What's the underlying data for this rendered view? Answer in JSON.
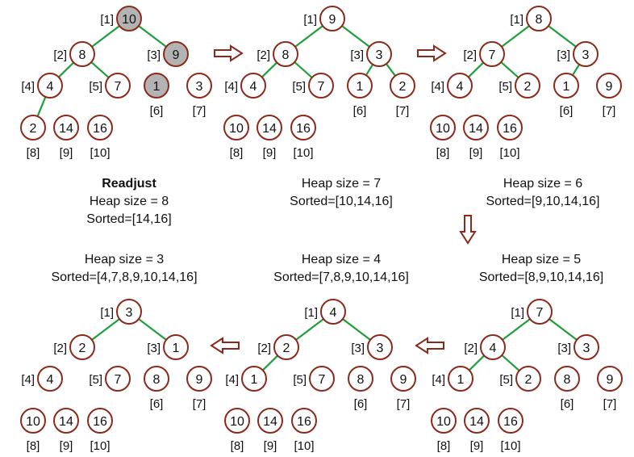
{
  "colors": {
    "node_stroke": "#8B2A1A",
    "edge": "#1F9E3C",
    "highlight_fill": "#B3B3B3",
    "arrow_stroke": "#8B2A1A",
    "text": "#111111"
  },
  "panels": [
    {
      "nodes": [
        {
          "index": "[1]",
          "value": "10",
          "highlight": true
        },
        {
          "index": "[2]",
          "value": "8",
          "highlight": false
        },
        {
          "index": "[3]",
          "value": "9",
          "highlight": true
        },
        {
          "index": "[4]",
          "value": "4",
          "highlight": false
        },
        {
          "index": "[5]",
          "value": "7",
          "highlight": false
        },
        {
          "index": "[6]",
          "value": "1",
          "highlight": true
        },
        {
          "index": "[7]",
          "value": "3",
          "highlight": false
        },
        {
          "index": "[8]",
          "value": "2",
          "highlight": false
        },
        {
          "index": "[9]",
          "value": "14",
          "highlight": false
        },
        {
          "index": "[10]",
          "value": "16",
          "highlight": false
        }
      ],
      "edges": [
        [
          1,
          2
        ],
        [
          1,
          3
        ],
        [
          2,
          4
        ],
        [
          2,
          5
        ],
        [
          4,
          8
        ]
      ],
      "captions": [
        "Readjust",
        "Heap size = 8",
        "Sorted=[14,16]"
      ]
    },
    {
      "nodes": [
        {
          "index": "[1]",
          "value": "9",
          "highlight": false
        },
        {
          "index": "[2]",
          "value": "8",
          "highlight": false
        },
        {
          "index": "[3]",
          "value": "3",
          "highlight": false
        },
        {
          "index": "[4]",
          "value": "4",
          "highlight": false
        },
        {
          "index": "[5]",
          "value": "7",
          "highlight": false
        },
        {
          "index": "[6]",
          "value": "1",
          "highlight": false
        },
        {
          "index": "[7]",
          "value": "2",
          "highlight": false
        },
        {
          "index": "[8]",
          "value": "10",
          "highlight": false
        },
        {
          "index": "[9]",
          "value": "14",
          "highlight": false
        },
        {
          "index": "[10]",
          "value": "16",
          "highlight": false
        }
      ],
      "edges": [
        [
          1,
          2
        ],
        [
          1,
          3
        ],
        [
          2,
          4
        ],
        [
          2,
          5
        ],
        [
          3,
          6
        ],
        [
          3,
          7
        ]
      ],
      "captions": [
        "Heap size = 7",
        "Sorted=[10,14,16]"
      ]
    },
    {
      "nodes": [
        {
          "index": "[1]",
          "value": "8",
          "highlight": false
        },
        {
          "index": "[2]",
          "value": "7",
          "highlight": false
        },
        {
          "index": "[3]",
          "value": "3",
          "highlight": false
        },
        {
          "index": "[4]",
          "value": "4",
          "highlight": false
        },
        {
          "index": "[5]",
          "value": "2",
          "highlight": false
        },
        {
          "index": "[6]",
          "value": "1",
          "highlight": false
        },
        {
          "index": "[7]",
          "value": "9",
          "highlight": false
        },
        {
          "index": "[8]",
          "value": "10",
          "highlight": false
        },
        {
          "index": "[9]",
          "value": "14",
          "highlight": false
        },
        {
          "index": "[10]",
          "value": "16",
          "highlight": false
        }
      ],
      "edges": [
        [
          1,
          2
        ],
        [
          1,
          3
        ],
        [
          2,
          4
        ],
        [
          2,
          5
        ],
        [
          3,
          6
        ]
      ],
      "captions": [
        "Heap size = 6",
        "Sorted=[9,10,14,16]"
      ]
    },
    {
      "nodes": [
        {
          "index": "[1]",
          "value": "7",
          "highlight": false
        },
        {
          "index": "[2]",
          "value": "4",
          "highlight": false
        },
        {
          "index": "[3]",
          "value": "3",
          "highlight": false
        },
        {
          "index": "[4]",
          "value": "1",
          "highlight": false
        },
        {
          "index": "[5]",
          "value": "2",
          "highlight": false
        },
        {
          "index": "[6]",
          "value": "8",
          "highlight": false
        },
        {
          "index": "[7]",
          "value": "9",
          "highlight": false
        },
        {
          "index": "[8]",
          "value": "10",
          "highlight": false
        },
        {
          "index": "[9]",
          "value": "14",
          "highlight": false
        },
        {
          "index": "[10]",
          "value": "16",
          "highlight": false
        }
      ],
      "edges": [
        [
          1,
          2
        ],
        [
          1,
          3
        ],
        [
          2,
          4
        ],
        [
          2,
          5
        ]
      ],
      "captions": [
        "Heap size = 5",
        "Sorted=[8,9,10,14,16]"
      ]
    },
    {
      "nodes": [
        {
          "index": "[1]",
          "value": "4",
          "highlight": false
        },
        {
          "index": "[2]",
          "value": "2",
          "highlight": false
        },
        {
          "index": "[3]",
          "value": "3",
          "highlight": false
        },
        {
          "index": "[4]",
          "value": "1",
          "highlight": false
        },
        {
          "index": "[5]",
          "value": "7",
          "highlight": false
        },
        {
          "index": "[6]",
          "value": "8",
          "highlight": false
        },
        {
          "index": "[7]",
          "value": "9",
          "highlight": false
        },
        {
          "index": "[8]",
          "value": "10",
          "highlight": false
        },
        {
          "index": "[9]",
          "value": "14",
          "highlight": false
        },
        {
          "index": "[10]",
          "value": "16",
          "highlight": false
        }
      ],
      "edges": [
        [
          1,
          2
        ],
        [
          1,
          3
        ],
        [
          2,
          4
        ]
      ],
      "captions": [
        "Heap size = 4",
        "Sorted=[7,8,9,10,14,16]"
      ]
    },
    {
      "nodes": [
        {
          "index": "[1]",
          "value": "3",
          "highlight": false
        },
        {
          "index": "[2]",
          "value": "2",
          "highlight": false
        },
        {
          "index": "[3]",
          "value": "1",
          "highlight": false
        },
        {
          "index": "[4]",
          "value": "4",
          "highlight": false
        },
        {
          "index": "[5]",
          "value": "7",
          "highlight": false
        },
        {
          "index": "[6]",
          "value": "8",
          "highlight": false
        },
        {
          "index": "[7]",
          "value": "9",
          "highlight": false
        },
        {
          "index": "[8]",
          "value": "10",
          "highlight": false
        },
        {
          "index": "[9]",
          "value": "14",
          "highlight": false
        },
        {
          "index": "[10]",
          "value": "16",
          "highlight": false
        }
      ],
      "edges": [
        [
          1,
          2
        ],
        [
          1,
          3
        ]
      ],
      "captions": [
        "Heap size = 3",
        "Sorted=[4,7,8,9,10,14,16]"
      ]
    }
  ],
  "arrows": [
    {
      "direction": "right"
    },
    {
      "direction": "right"
    },
    {
      "direction": "down"
    },
    {
      "direction": "left"
    },
    {
      "direction": "left"
    }
  ]
}
